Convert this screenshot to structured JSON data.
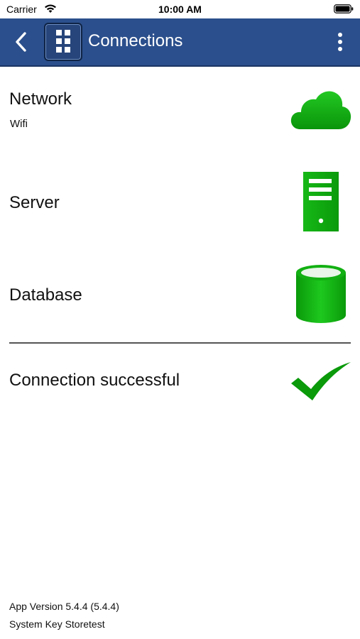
{
  "status_bar": {
    "carrier": "Carrier",
    "time": "10:00 AM"
  },
  "nav": {
    "title": "Connections"
  },
  "checks": {
    "network": {
      "label": "Network",
      "detail": "Wifi",
      "icon": "cloud-icon"
    },
    "server": {
      "label": "Server",
      "icon": "server-icon"
    },
    "database": {
      "label": "Database",
      "icon": "database-icon"
    }
  },
  "result": {
    "label": "Connection successful",
    "icon": "checkmark-icon"
  },
  "footer": {
    "app_version": "App Version 5.4.4 (5.4.4)",
    "system_key": "System Key Storetest"
  },
  "colors": {
    "nav_background": "#2b4f8c",
    "status_green": "#12b312"
  }
}
